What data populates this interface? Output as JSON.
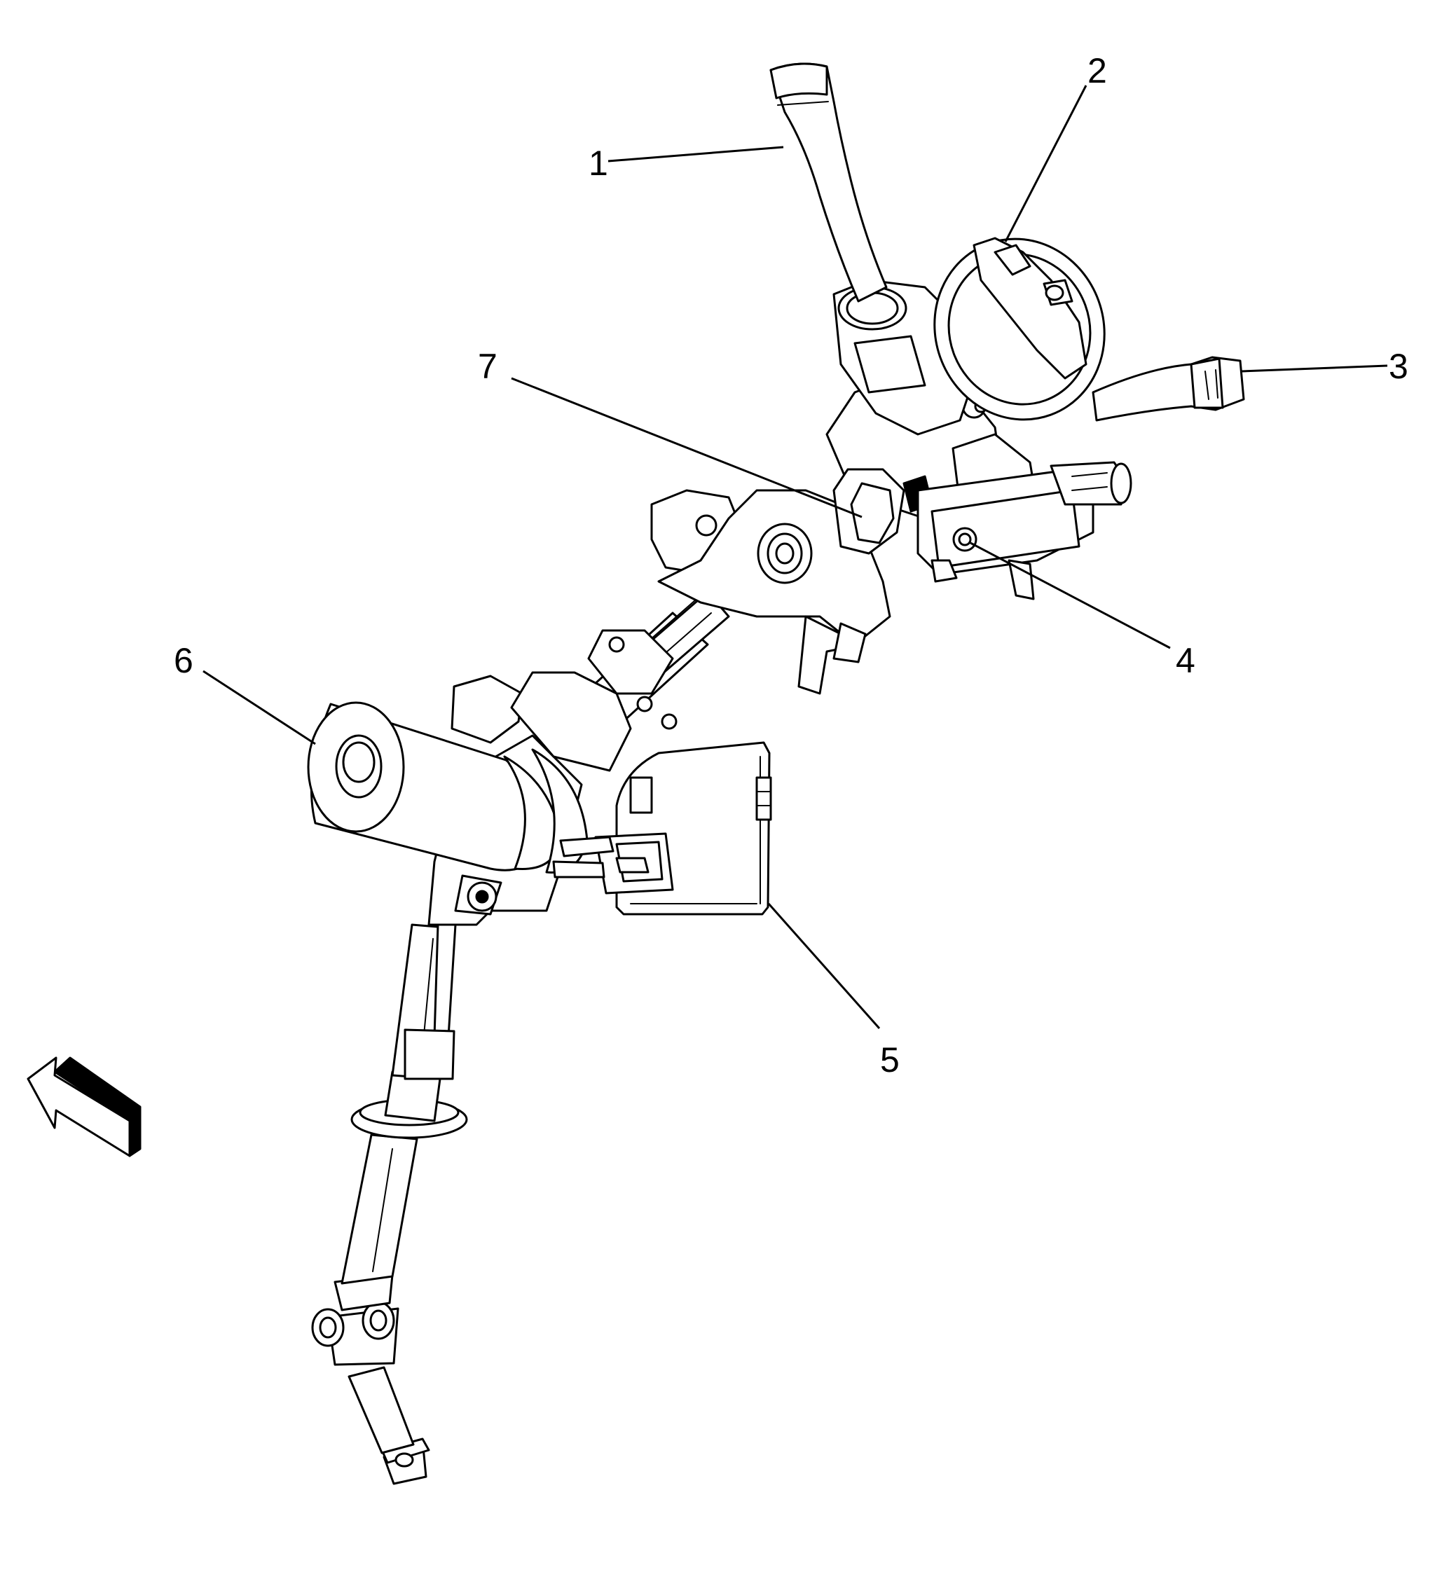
{
  "callouts": [
    {
      "id": "1",
      "label": "1"
    },
    {
      "id": "2",
      "label": "2"
    },
    {
      "id": "3",
      "label": "3"
    },
    {
      "id": "4",
      "label": "4"
    },
    {
      "id": "5",
      "label": "5"
    },
    {
      "id": "6",
      "label": "6"
    },
    {
      "id": "7",
      "label": "7"
    }
  ],
  "colors": {
    "line": "#000000",
    "fill": "#ffffff",
    "shade": "#e6e6e6",
    "dark": "#000000"
  }
}
